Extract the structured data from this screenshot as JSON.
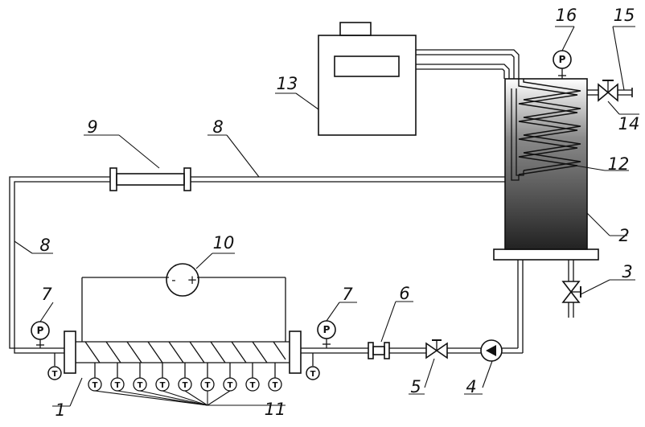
{
  "labels": {
    "l1": "1",
    "l2": "2",
    "l3": "3",
    "l4": "4",
    "l5": "5",
    "l6": "6",
    "l7a": "7",
    "l7b": "7",
    "l8a": "8",
    "l8b": "8",
    "l9": "9",
    "l10": "10",
    "l11": "11",
    "l12": "12",
    "l13": "13",
    "l14": "14",
    "l15": "15",
    "l16": "16"
  },
  "symbols": {
    "pressure": "P",
    "temperature": "T",
    "minus": "-",
    "plus": "+"
  },
  "colors": {
    "line": "#111111",
    "liquid_top": "#ffffff",
    "liquid_bottom": "#222222"
  }
}
